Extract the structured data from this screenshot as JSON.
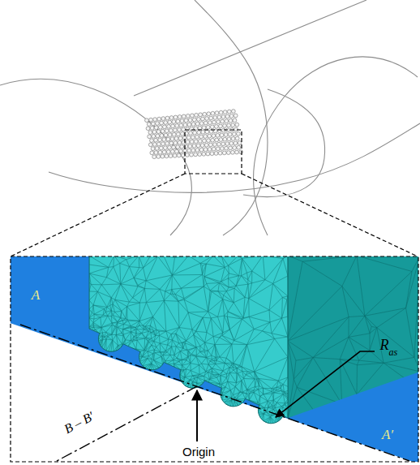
{
  "diagram": {
    "labels": [
      "A",
      "A′",
      "B – B′",
      "Origin",
      "R",
      "as"
    ]
  }
}
